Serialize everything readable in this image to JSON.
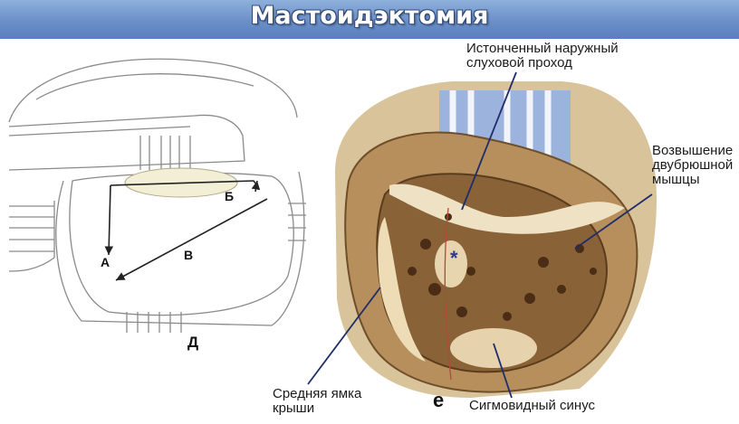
{
  "title": "Мастоидэктомия",
  "left_panel": {
    "letter": "Д",
    "marks": {
      "a": "А",
      "b": "Б",
      "v": "В"
    }
  },
  "right_panel": {
    "letter": "е",
    "asterisk": "*",
    "labels": {
      "ear_canal": [
        "Истонченный наружный",
        "слуховой проход"
      ],
      "digastric": [
        "Возвышение",
        "двубрюшной",
        "мышцы"
      ],
      "fossa": [
        "Средняя ямка",
        "крыши"
      ],
      "sinus": "Сигмовидный синус"
    }
  },
  "colors": {
    "banner": "#6b8fc8",
    "pointer_lines": "#1f2d6b",
    "bone": "#e9dcc0",
    "drape": "#9bb3dd"
  }
}
